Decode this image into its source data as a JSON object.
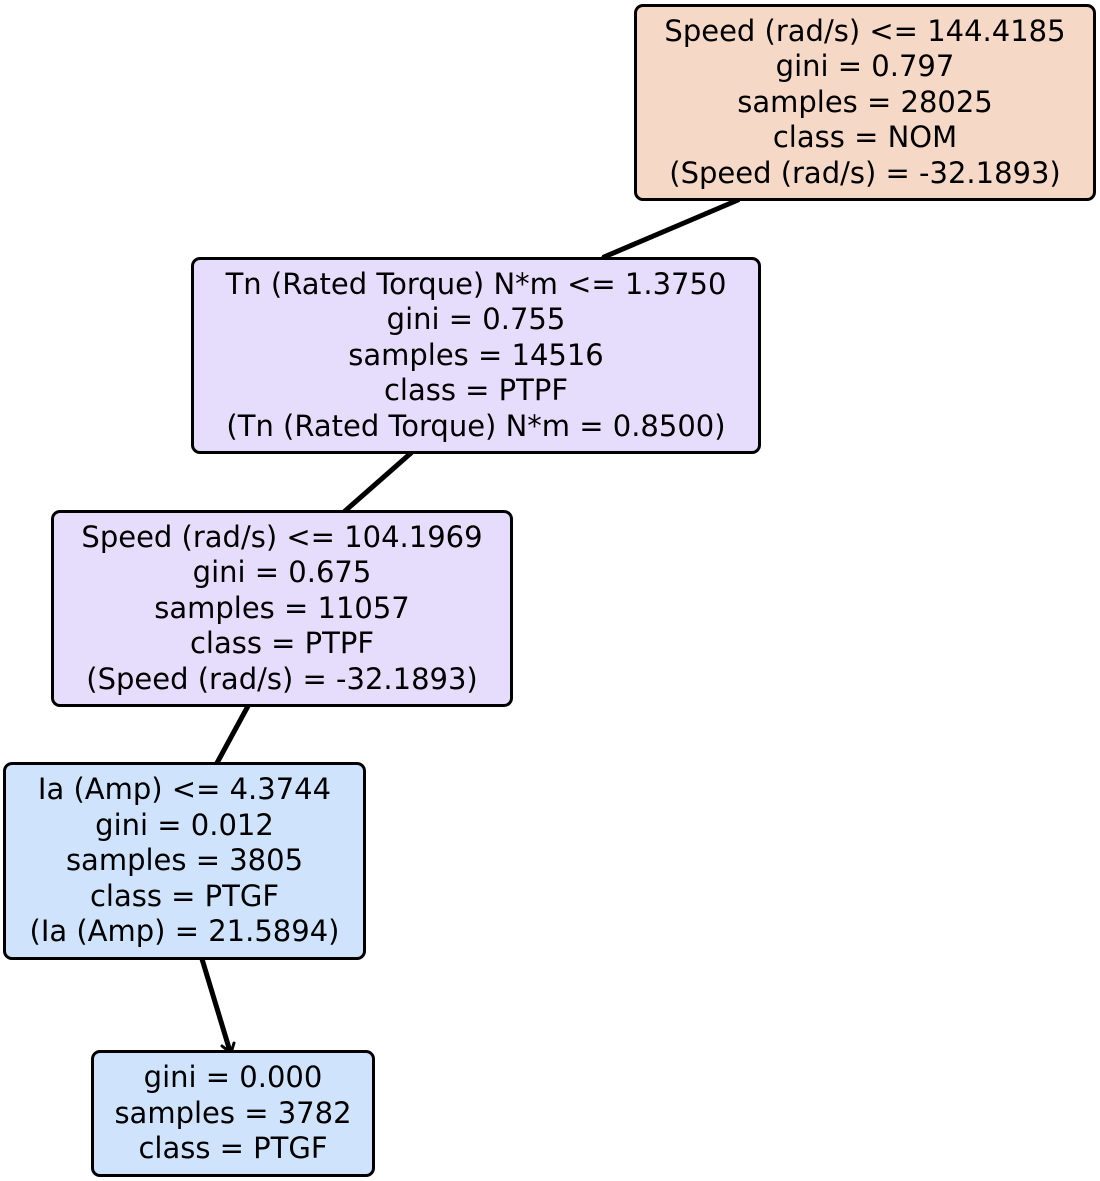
{
  "nodes": [
    {
      "lines": [
        "Speed (rad/s) <= 144.4185",
        "gini = 0.797",
        "samples = 28025",
        "class = NOM",
        "(Speed (rad/s) = -32.1893)"
      ],
      "fill": "#f5d8c6"
    },
    {
      "lines": [
        "Tn (Rated Torque) N*m <= 1.3750",
        "gini = 0.755",
        "samples = 14516",
        "class = PTPF",
        "(Tn (Rated Torque) N*m = 0.8500)"
      ],
      "fill": "#e6ddfc"
    },
    {
      "lines": [
        "Speed (rad/s) <= 104.1969",
        "gini = 0.675",
        "samples = 11057",
        "class = PTPF",
        "(Speed (rad/s) = -32.1893)"
      ],
      "fill": "#e6ddfc"
    },
    {
      "lines": [
        "Ia (Amp) <= 4.3744",
        "gini = 0.012",
        "samples = 3805",
        "class = PTGF",
        "(Ia (Amp) = 21.5894)"
      ],
      "fill": "#cfe3fd"
    },
    {
      "lines": [
        "gini = 0.000",
        "samples = 3782",
        "class = PTGF"
      ],
      "fill": "#cfe3fd"
    }
  ]
}
